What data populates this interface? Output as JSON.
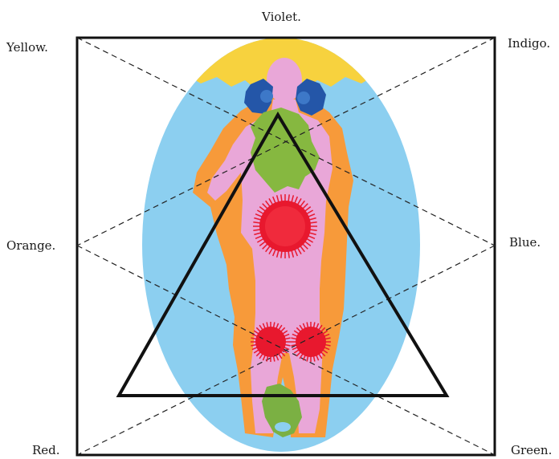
{
  "labels": {
    "top": "Violet.",
    "top_left": "Yellow.",
    "top_right": "Indigo.",
    "mid_left": "Orange.",
    "mid_right": "Blue.",
    "bottom_left": "Red.",
    "bottom_right": "Green."
  },
  "colors": {
    "background": "#ffffff",
    "frame": "#111111",
    "aura_oval": "#8ccff0",
    "head_glow": "#f7d23e",
    "outer_fringe": "#f79a3a",
    "body": "#e9a7d8",
    "throat_blue": "#2456a8",
    "chest_green": "#86b840",
    "center_red": "#e8182e",
    "feet_green": "#7bb043"
  }
}
